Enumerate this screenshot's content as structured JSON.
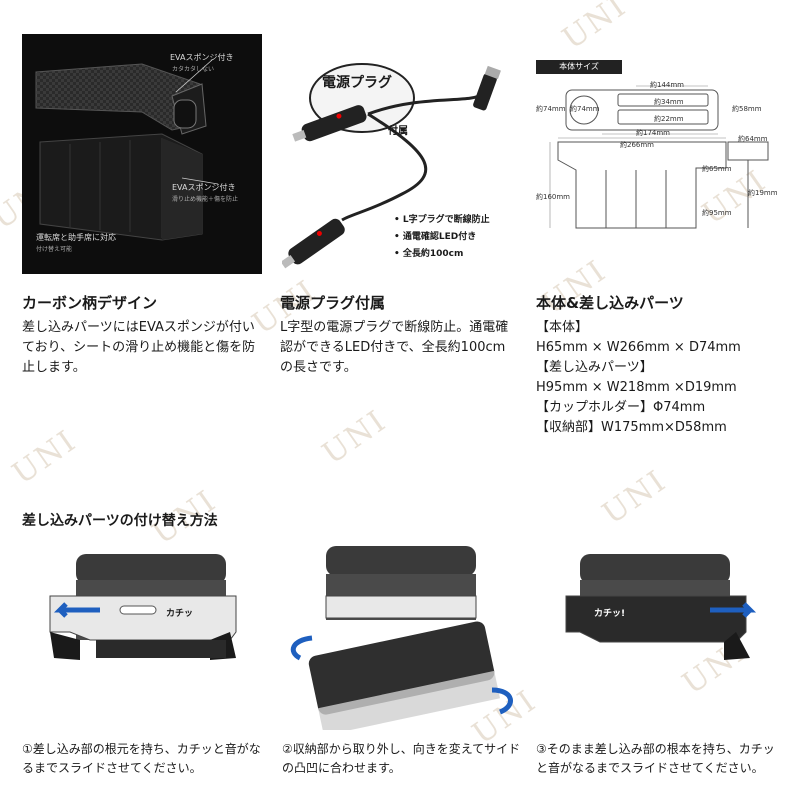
{
  "watermark": "UNI",
  "panel1": {
    "label_eva_top": "EVAスポンジ付き",
    "label_eva_top_sub": "カタカタしない",
    "label_eva_mid": "EVAスポンジ付き",
    "label_eva_mid_sub": "滑り止め機能＋傷を防止",
    "label_side": "運転席と助手席に対応",
    "label_side_sub": "付け替え可能"
  },
  "panel2": {
    "title": "電源プラグ",
    "attached": "付属",
    "bullets": [
      "L字プラグで断線防止",
      "通電確認LED付き",
      "全長約100cm"
    ]
  },
  "panel3": {
    "header": "本体サイズ",
    "dims": {
      "d144": "約144mm",
      "d74a": "約74mm",
      "d74b": "約74mm",
      "d34": "約34mm",
      "d58": "約58mm",
      "d22": "約22mm",
      "d174": "約174mm",
      "d266": "約266mm",
      "d64": "約64mm",
      "d65": "約65mm",
      "d160": "約160mm",
      "d19": "約19mm",
      "d95": "約95mm"
    }
  },
  "features": [
    {
      "title": "カーボン柄デザイン",
      "body": "差し込みパーツにはEVAスポンジが付いており、シートの滑り止め機能と傷を防止します。"
    },
    {
      "title": "電源プラグ付属",
      "body": "L字型の電源プラグで断線防止。通電確認ができるLED付きで、全長約100cmの長さです。"
    },
    {
      "title": "本体&差し込みパーツ",
      "lines": [
        "【本体】",
        "H65mm × W266mm × D74mm",
        "【差し込みパーツ】",
        "H95mm × W218mm ×D19mm",
        "【カップホルダー】Φ74mm",
        "【収納部】W175mm×D58mm"
      ]
    }
  ],
  "howto": {
    "title": "差し込みパーツの付け替え方法",
    "click1": "カチッ",
    "click2": "カチッ!",
    "captions": [
      "①差し込み部の根元を持ち、カチッと音がなるまでスライドさせてください。",
      "②収納部から取り外し、向きを変えてサイドの凸凹に合わせます。",
      "③そのまま差し込み部の根本を持ち、カチッと音がなるまでスライドさせてください。"
    ]
  }
}
